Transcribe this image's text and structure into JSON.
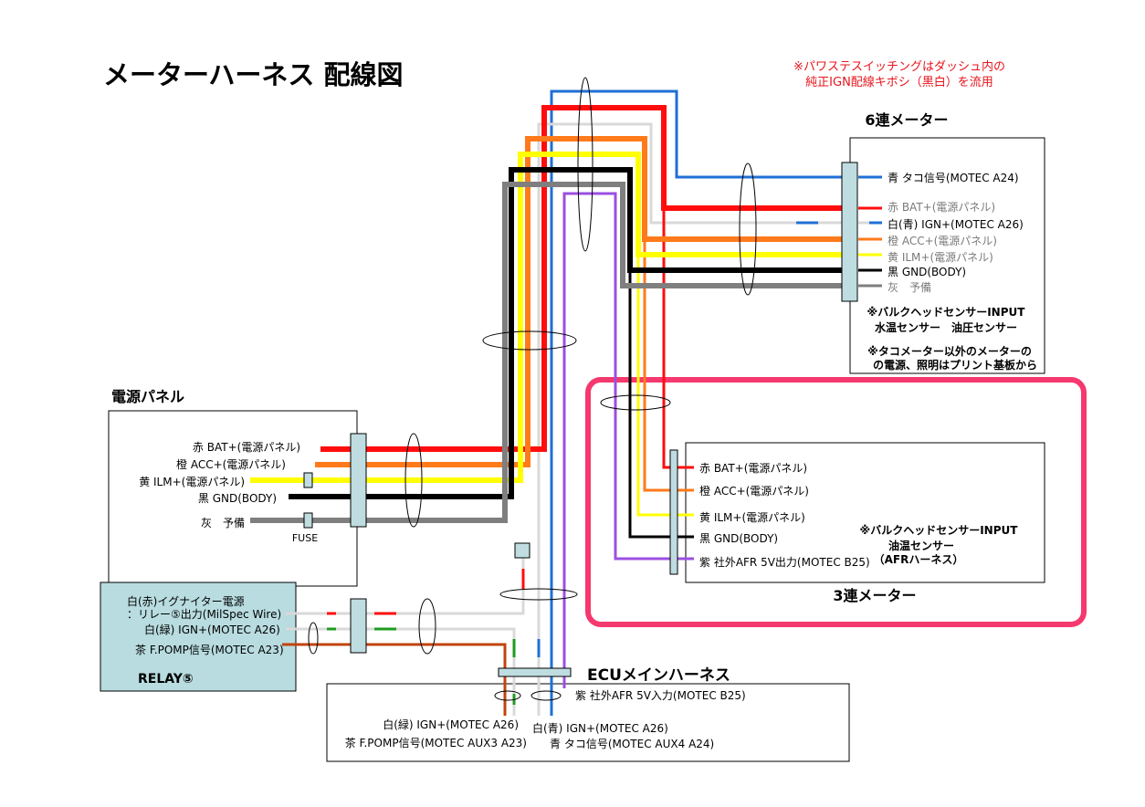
{
  "title": "メーターハーネス 配線図",
  "note": {
    "line1": "※パワステスイッチングはダッシュ内の",
    "line2": "純正IGN配線キボシ（黒白）を流用",
    "color": "#e8141c"
  },
  "wire_colors": {
    "red": "#ff0d0d",
    "orange": "#ff7a1a",
    "yellow": "#ffff00",
    "black": "#000000",
    "gray": "#7f7f7f",
    "white": "#d9d9d9",
    "blue": "#1f6fd6",
    "purple": "#9b4fe0",
    "brown": "#c0440c",
    "green": "#1e9b1e",
    "connector_fill": "#bfdde0",
    "relay_fill": "#b8dce0",
    "highlight": "#f5386e"
  },
  "meter6": {
    "title": "6連メーター",
    "labels": [
      "青 タコ信号(MOTEC A24)",
      "赤 BAT+(電源パネル)",
      "白(青) IGN+(MOTEC A26)",
      "橙 ACC+(電源パネル)",
      "黄 ILM+(電源パネル)",
      "黒 GND(BODY)",
      "灰　予備"
    ],
    "note1": "※バルクヘッドセンサーINPUT",
    "note2": "水温センサー　油圧センサー",
    "note3": "※タコメーター以外のメーターの",
    "note4": "の電源、照明はプリント基板から"
  },
  "meter3": {
    "title": "3連メーター",
    "labels": [
      "赤 BAT+(電源パネル)",
      "橙 ACC+(電源パネル)",
      "黄 ILM+(電源パネル)",
      "黒 GND(BODY)",
      "紫 社外AFR 5V出力(MOTEC B25)"
    ],
    "note1": "※バルクヘッドセンサーINPUT",
    "note2": "油温センサー",
    "note3": "（AFRハーネス）"
  },
  "power_panel": {
    "title": "電源パネル",
    "labels": [
      "赤 BAT+(電源パネル)",
      "橙 ACC+(電源パネル)",
      "黄 ILM+(電源パネル)",
      "黒 GND(BODY)",
      "灰　予備"
    ],
    "fuse": "FUSE"
  },
  "relay": {
    "title": "RELAY⑤",
    "labels": [
      "白(赤)イグナイター電源",
      "：リレー⑤出力(MilSpec Wire)",
      "白(緑) IGN+(MOTEC A26)",
      "茶 F.POMP信号(MOTEC A23)"
    ]
  },
  "ecu": {
    "title": "ECUメインハーネス",
    "labels": [
      "紫 社外AFR 5V入力(MOTEC B25)",
      "白(緑) IGN+(MOTEC A26)",
      "茶 F.POMP信号(MOTEC AUX3 A23)",
      "白(青) IGN+(MOTEC A26)",
      "青 タコ信号(MOTEC AUX4 A24)"
    ]
  }
}
